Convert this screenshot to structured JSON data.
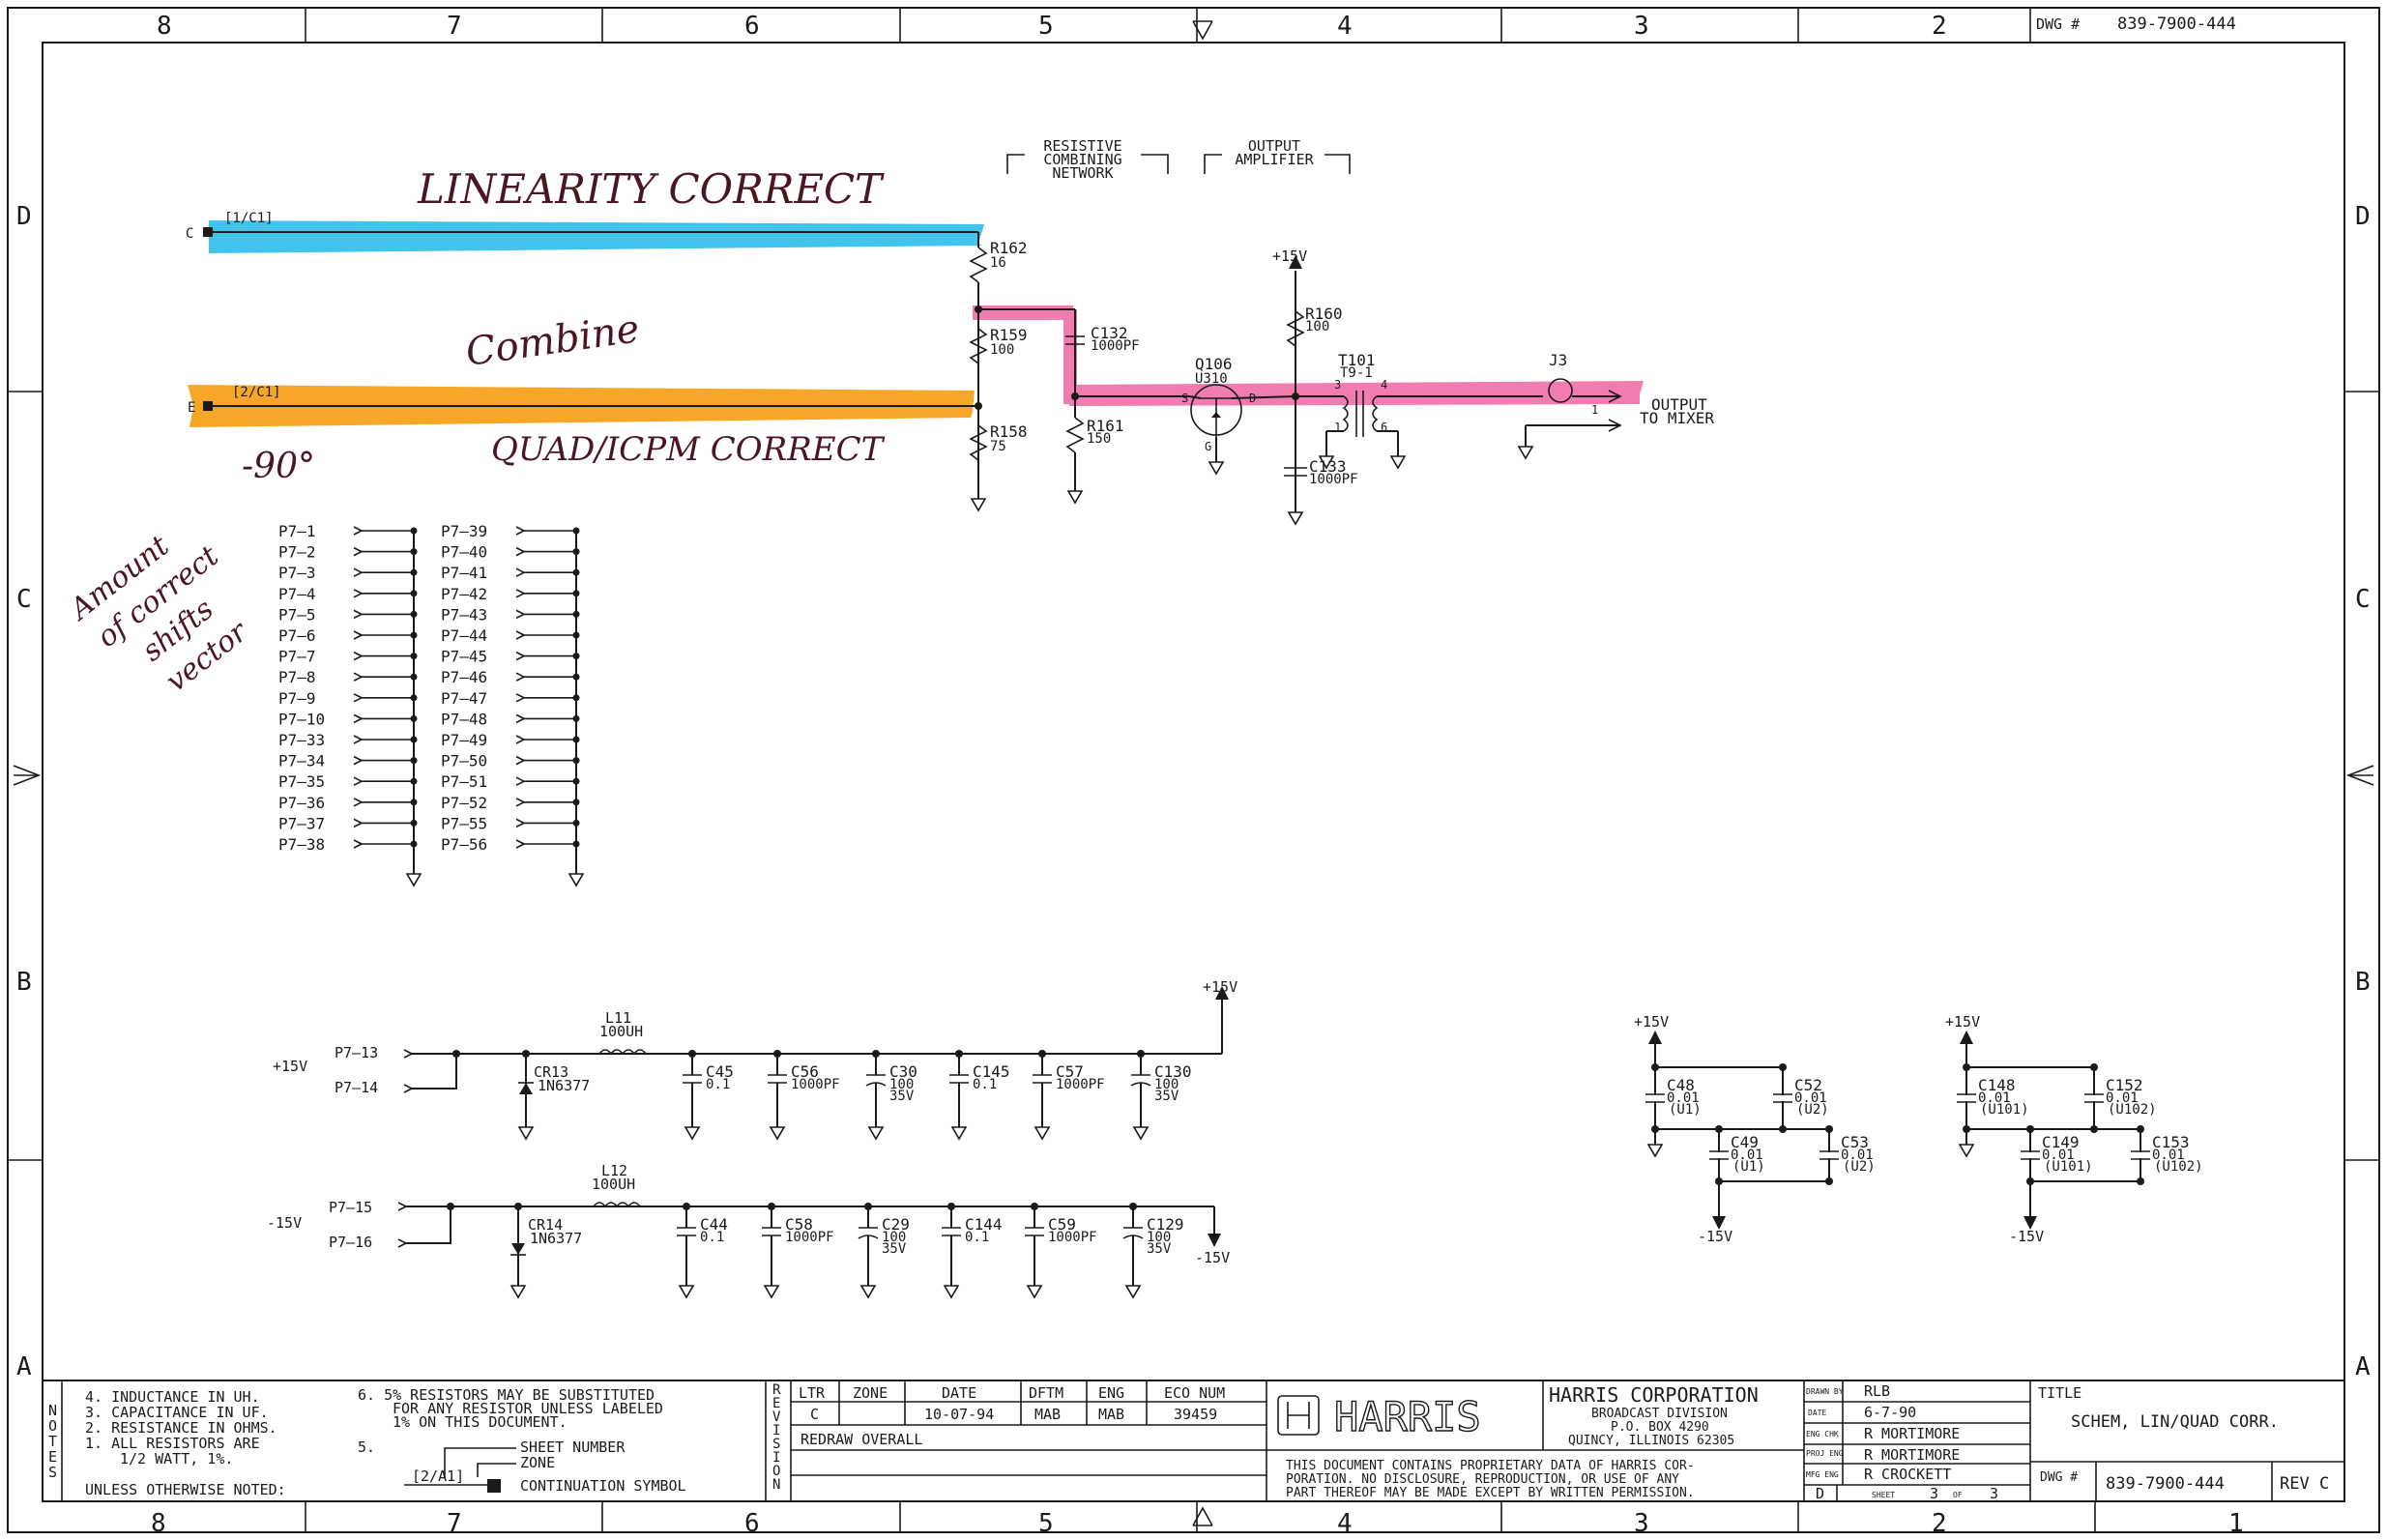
{
  "border": {
    "cols_top": [
      "8",
      "7",
      "6",
      "5",
      "4",
      "3",
      "2"
    ],
    "cols_bottom": [
      "8",
      "7",
      "6",
      "5",
      "4",
      "3",
      "2",
      "1"
    ],
    "rows": [
      "D",
      "C",
      "B",
      "A"
    ],
    "dwg_label": "DWG #",
    "dwg_number": "839-7900-444"
  },
  "handwriting": {
    "linearity": "LINEARITY CORRECT",
    "combine": "Combine",
    "quad": "QUAD/ICPM CORRECT",
    "minus90": "-90°",
    "amount": [
      "Amount",
      "of correct",
      "shifts",
      "vector"
    ]
  },
  "headers": {
    "resistive": [
      "RESISTIVE",
      "COMBINING",
      "NETWORK"
    ],
    "output": [
      "OUTPUT",
      "AMPLIFIER"
    ]
  },
  "signals": {
    "c1_letter": "C",
    "c1_ref": "[1/C1]",
    "c2_letter": "E",
    "c2_ref": "[2/C1]"
  },
  "components": {
    "r162": [
      "R162",
      "16"
    ],
    "r159": [
      "R159",
      "100"
    ],
    "r158": [
      "R158",
      "75"
    ],
    "r161": [
      "R161",
      "150"
    ],
    "r160": [
      "R160",
      "100"
    ],
    "c132": [
      "C132",
      "1000PF"
    ],
    "c133": [
      "C133",
      "1000PF"
    ],
    "q106": [
      "Q106",
      "U310"
    ],
    "q_pins": [
      "S",
      "D",
      "G"
    ],
    "t101": [
      "T101",
      "T9-1"
    ],
    "t_pins": [
      "3",
      "4",
      "1",
      "6"
    ],
    "j3": "J3",
    "j3_pin": "1",
    "plus15": "+15V",
    "output_to": [
      "OUTPUT",
      "TO MIXER"
    ]
  },
  "connector_left": [
    "P7—1",
    "P7—2",
    "P7—3",
    "P7—4",
    "P7—5",
    "P7—6",
    "P7—7",
    "P7—8",
    "P7—9",
    "P7—10",
    "P7—33",
    "P7—34",
    "P7—35",
    "P7—36",
    "P7—37",
    "P7—38"
  ],
  "connector_right": [
    "P7—39",
    "P7—40",
    "P7—41",
    "P7—42",
    "P7—43",
    "P7—44",
    "P7—45",
    "P7—46",
    "P7—47",
    "P7—48",
    "P7—49",
    "P7—50",
    "P7—51",
    "P7—52",
    "P7—55",
    "P7—56"
  ],
  "supply_pos": {
    "rail": "+15V",
    "pins": [
      "P7—13",
      "P7—14"
    ],
    "l": [
      "L11",
      "100UH"
    ],
    "cr": [
      "CR13",
      "1N6377"
    ],
    "caps": [
      [
        "C45",
        "0.1"
      ],
      [
        "C56",
        "1000PF"
      ],
      [
        "C30",
        "100",
        "35V"
      ],
      [
        "C145",
        "0.1"
      ],
      [
        "C57",
        "1000PF"
      ],
      [
        "C130",
        "100",
        "35V"
      ]
    ],
    "out": "+15V"
  },
  "supply_neg": {
    "rail": "-15V",
    "pins": [
      "P7—15",
      "P7—16"
    ],
    "l": [
      "L12",
      "100UH"
    ],
    "cr": [
      "CR14",
      "1N6377"
    ],
    "caps": [
      [
        "C44",
        "0.1"
      ],
      [
        "C58",
        "1000PF"
      ],
      [
        "C29",
        "100",
        "35V"
      ],
      [
        "C144",
        "0.1"
      ],
      [
        "C59",
        "1000PF"
      ],
      [
        "C129",
        "100",
        "35V"
      ]
    ],
    "out": "-15V"
  },
  "decoupling": [
    {
      "pos": "+15V",
      "neg": "-15V",
      "caps": [
        [
          "C48",
          "0.01",
          "(U1)"
        ],
        [
          "C52",
          "0.01",
          "(U2)"
        ],
        [
          "C49",
          "0.01",
          "(U1)"
        ],
        [
          "C53",
          "0.01",
          "(U2)"
        ]
      ]
    },
    {
      "pos": "+15V",
      "neg": "-15V",
      "caps": [
        [
          "C148",
          "0.01",
          "(U101)"
        ],
        [
          "C152",
          "0.01",
          "(U102)"
        ],
        [
          "C149",
          "0.01",
          "(U101)"
        ],
        [
          "C153",
          "0.01",
          "(U102)"
        ]
      ]
    }
  ],
  "notes": {
    "side": "NOTES",
    "n4": "4. INDUCTANCE IN UH.",
    "n3": "3. CAPACITANCE IN UF.",
    "n2": "2. RESISTANCE IN OHMS.",
    "n1a": "1. ALL RESISTORS ARE",
    "n1b": "1/2 WATT, 1%.",
    "unless": "UNLESS OTHERWISE NOTED:",
    "n6a": "6. 5% RESISTORS MAY BE SUBSTITUTED",
    "n6b": "FOR ANY RESISTOR UNLESS LABELED",
    "n6c": "1% ON THIS DOCUMENT.",
    "n5": "5.",
    "sheet_number": "SHEET NUMBER",
    "zone": "ZONE",
    "cont_ref": "[2/A1]",
    "continuation": "CONTINUATION SYMBOL"
  },
  "revision": {
    "side": "REVISION",
    "headers": [
      "LTR",
      "ZONE",
      "DATE",
      "DFTM",
      "ENG",
      "ECO NUM"
    ],
    "row": [
      "C",
      "",
      "10-07-94",
      "MAB",
      "MAB",
      "39459"
    ],
    "desc": "REDRAW OVERALL"
  },
  "company": {
    "logo": "HARRIS",
    "name": "HARRIS CORPORATION",
    "division": "BROADCAST DIVISION",
    "box": "P.O. BOX 4290",
    "city": "QUINCY, ILLINOIS 62305",
    "proprietary": [
      "THIS DOCUMENT CONTAINS PROPRIETARY DATA OF HARRIS COR-",
      "PORATION. NO DISCLOSURE, REPRODUCTION, OR USE OF ANY",
      "PART THEREOF MAY BE MADE EXCEPT BY WRITTEN PERMISSION."
    ]
  },
  "approvals": {
    "drawn_label": "DRAWN BY",
    "drawn": "RLB",
    "date_label": "DATE",
    "date": "6-7-90",
    "chk_label": "ENG CHK",
    "chk": "R MORTIMORE",
    "proj_label": "PROJ ENG",
    "proj": "R MORTIMORE",
    "mfg_label": "MFG ENG",
    "mfg": "R CROCKETT",
    "size": "D",
    "sheet_label": "SHEET",
    "sheet": "3",
    "of_label": "OF",
    "of": "3"
  },
  "title_block": {
    "title_label": "TITLE",
    "title": "SCHEM, LIN/QUAD CORR.",
    "dwg_label": "DWG #",
    "dwg": "839-7900-444",
    "rev": "REV C"
  },
  "colors": {
    "linearity": "#36c1ea",
    "combine": "#f6a21c",
    "output_path": "#ef6fa7",
    "ink": "#1a1a1a",
    "handwriting": "#4a1620"
  }
}
